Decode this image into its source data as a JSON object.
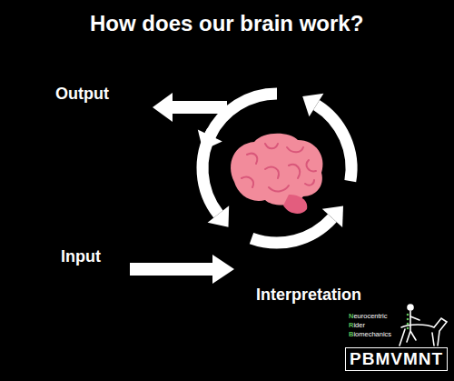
{
  "diagram": {
    "title": "How does our brain work?",
    "labels": [
      "Output",
      "Input",
      "Interpretation",
      "Neurocentric",
      "Rider",
      "Biomechanics",
      "PBMVMNT"
    ]
  }
}
